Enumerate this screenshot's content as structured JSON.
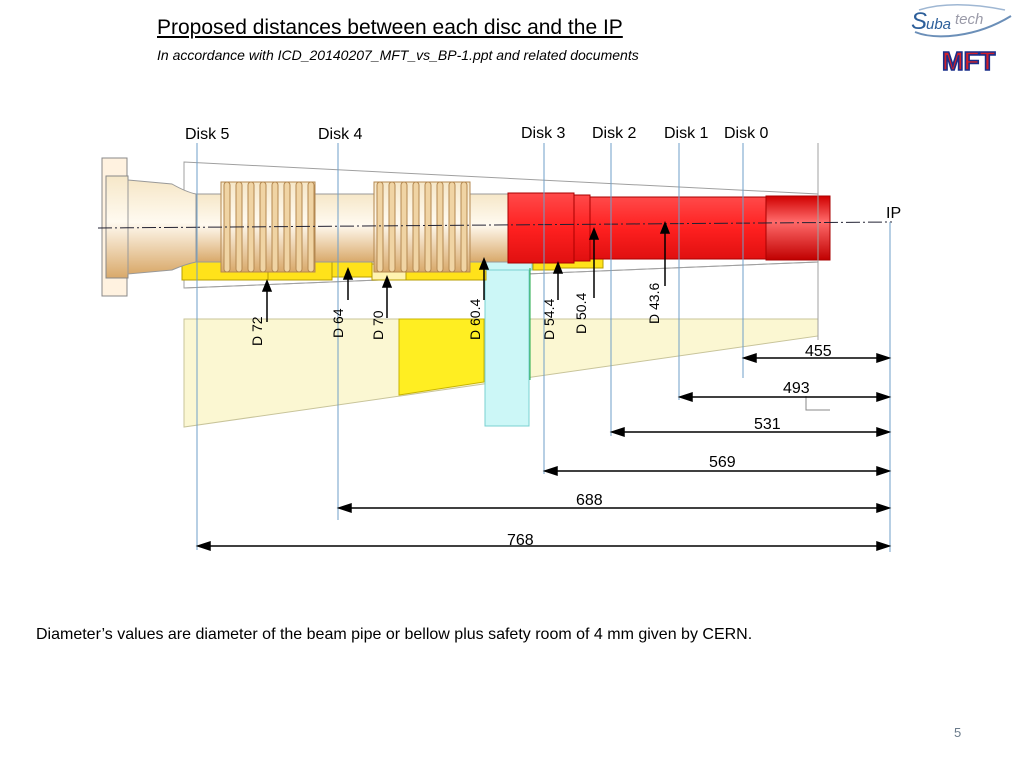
{
  "header": {
    "title": "Proposed distances between each disc and the IP",
    "subtitle": "In accordance with ICD_20140207_MFT_vs_BP-1.ppt and related documents"
  },
  "logos": {
    "subatech_first": "S",
    "subatech_mid": "uba",
    "subatech_end": "tech",
    "mft": "MFT"
  },
  "disks": [
    {
      "label": "Disk 5"
    },
    {
      "label": "Disk 4"
    },
    {
      "label": "Disk 3"
    },
    {
      "label": "Disk 2"
    },
    {
      "label": "Disk 1"
    },
    {
      "label": "Disk 0"
    }
  ],
  "ip_label": "IP",
  "diameters": [
    {
      "label": "D 72",
      "value_mm": 72
    },
    {
      "label": "D 64",
      "value_mm": 64
    },
    {
      "label": "D 70",
      "value_mm": 70
    },
    {
      "label": "D 60.4",
      "value_mm": 60.4
    },
    {
      "label": "D 54.4",
      "value_mm": 54.4
    },
    {
      "label": "D 50.4",
      "value_mm": 50.4
    },
    {
      "label": "D 43.6",
      "value_mm": 43.6
    }
  ],
  "distances": [
    {
      "label": "455",
      "disk": "Disk 0",
      "value_mm": 455
    },
    {
      "label": "493",
      "disk": "Disk 1",
      "value_mm": 493
    },
    {
      "label": "531",
      "disk": "Disk 2",
      "value_mm": 531
    },
    {
      "label": "569",
      "disk": "Disk 3",
      "value_mm": 569
    },
    {
      "label": "688",
      "disk": "Disk 4",
      "value_mm": 688
    },
    {
      "label": "768",
      "disk": "Disk 5",
      "value_mm": 768
    }
  ],
  "footer": {
    "note": "Diameter’s values are diameter of the beam pipe or bellow plus safety room of 4 mm given by CERN.",
    "page_number": "5"
  },
  "colors": {
    "pipe_red": "#ee1111",
    "bellow_tan": "#e6c79a",
    "disk_fill": "#fbf7d2",
    "support_yellow": "#ffee22",
    "cyan_block": "#ccf7f7",
    "dimension_line": "#6f9fc8"
  }
}
